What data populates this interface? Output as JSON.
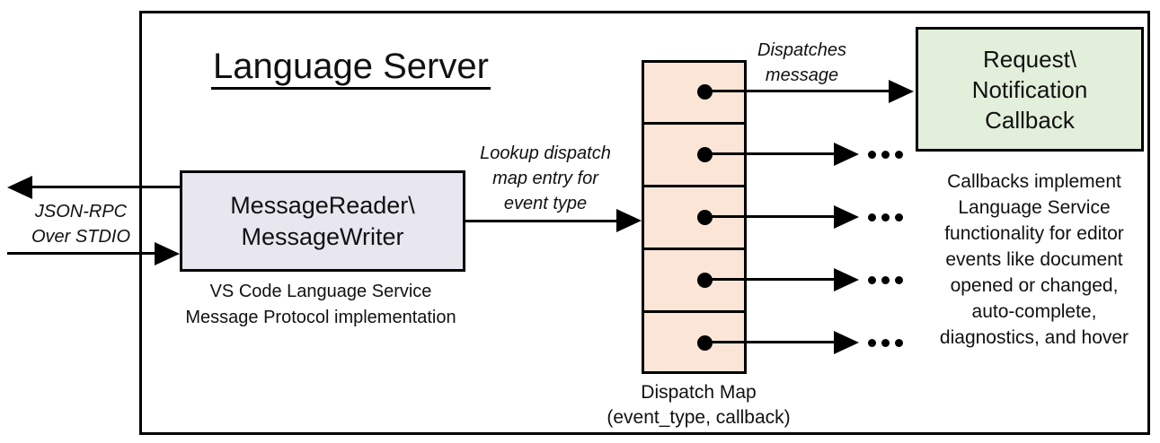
{
  "colors": {
    "reader_box_fill": "#e8e7f0",
    "dispatch_map_fill": "#fbe5d6",
    "callback_box_fill": "#e2efda",
    "line_color": "#000000"
  },
  "diagram": {
    "title": "Language Server",
    "stdio_arrow_label": {
      "line1": "JSON-RPC",
      "line2": "Over STDIO"
    },
    "reader_box": {
      "line1": "MessageReader\\",
      "line2": "MessageWriter"
    },
    "reader_caption": {
      "line1": "VS Code Language Service",
      "line2": "Message Protocol implementation"
    },
    "lookup_arrow_label": {
      "line1": "Lookup dispatch",
      "line2": "map entry for",
      "line3": "event type"
    },
    "dispatch_arrow_label": {
      "line1": "Dispatches",
      "line2": "message"
    },
    "dispatch_map": {
      "row_count": 5,
      "caption": {
        "line1": "Dispatch Map",
        "line2": "(event_type, callback)"
      }
    },
    "callback_box": {
      "line1": "Request\\",
      "line2": "Notification",
      "line3": "Callback"
    },
    "callbacks_note": {
      "lines": [
        "Callbacks implement",
        "Language Service",
        "functionality for editor",
        "events like document",
        "opened or changed,",
        "auto-complete,",
        "diagnostics, and hover"
      ]
    }
  }
}
